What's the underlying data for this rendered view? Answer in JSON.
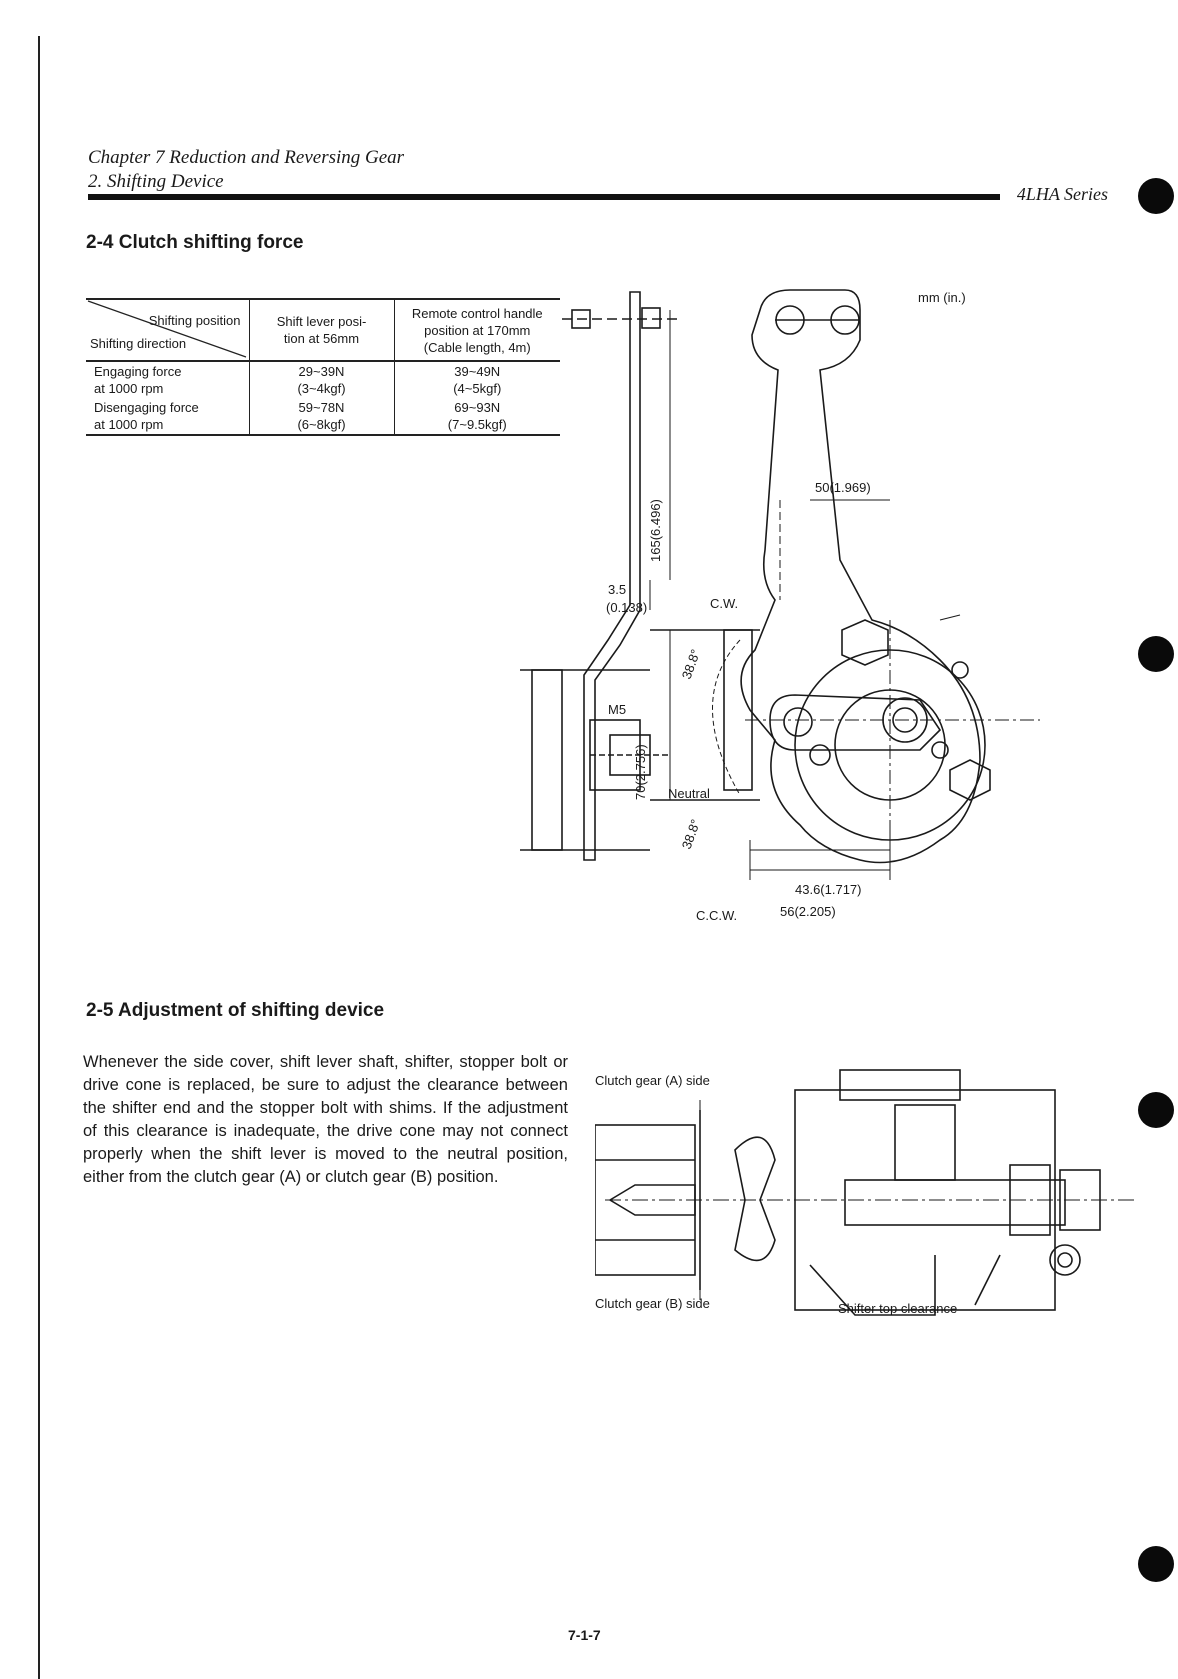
{
  "header": {
    "chapter": "Chapter 7 Reduction and Reversing Gear",
    "section": "2. Shifting Device",
    "series": "4LHA Series"
  },
  "section_2_4": {
    "title": "2-4  Clutch shifting force",
    "table": {
      "corner_top": "Shifting position",
      "corner_bottom": "Shifting direction",
      "col1": "Shift lever posi-\ntion at 56mm",
      "col2": "Remote control handle\nposition at 170mm\n(Cable length, 4m)",
      "rows": [
        {
          "label": "Engaging force\nat 1000 rpm",
          "v1": "29~39N\n(3~4kgf)",
          "v2": "39~49N\n(4~5kgf)"
        },
        {
          "label": "Disengaging  force\nat 1000 rpm",
          "v1": "59~78N\n(6~8kgf)",
          "v2": "69~93N\n(7~9.5kgf)"
        }
      ]
    },
    "diagram": {
      "units": "mm (in.)",
      "dim_165": "165(6.496)",
      "dim_50": "50(1.969)",
      "dim_35": "3.5",
      "dim_35_in": "(0.138)",
      "m5": "M5",
      "dim_70": "70(2.756)",
      "cw": "C.W.",
      "ccw": "C.C.W.",
      "neutral": "Neutral",
      "angle_top": "38.8°",
      "angle_bot": "38.8°",
      "dim_436": "43.6(1.717)",
      "dim_56": "56(2.205)"
    }
  },
  "section_2_5": {
    "title": "2-5  Adjustment of shifting device",
    "body": "Whenever the side cover, shift lever shaft, shifter, stopper bolt or drive cone is replaced, be sure to adjust the clearance between the shifter end and the stopper bolt with shims. If the adjustment of this clearance is inadequate, the drive cone may not connect properly when the shift lever is moved to the neutral position, either from the clutch gear (A) or clutch gear (B) position.",
    "diagram": {
      "label_a": "Clutch gear (A) side",
      "label_b": "Clutch gear (B) side",
      "label_clear": "Shifter top clearance"
    }
  },
  "footer": {
    "page": "7-1-7"
  }
}
